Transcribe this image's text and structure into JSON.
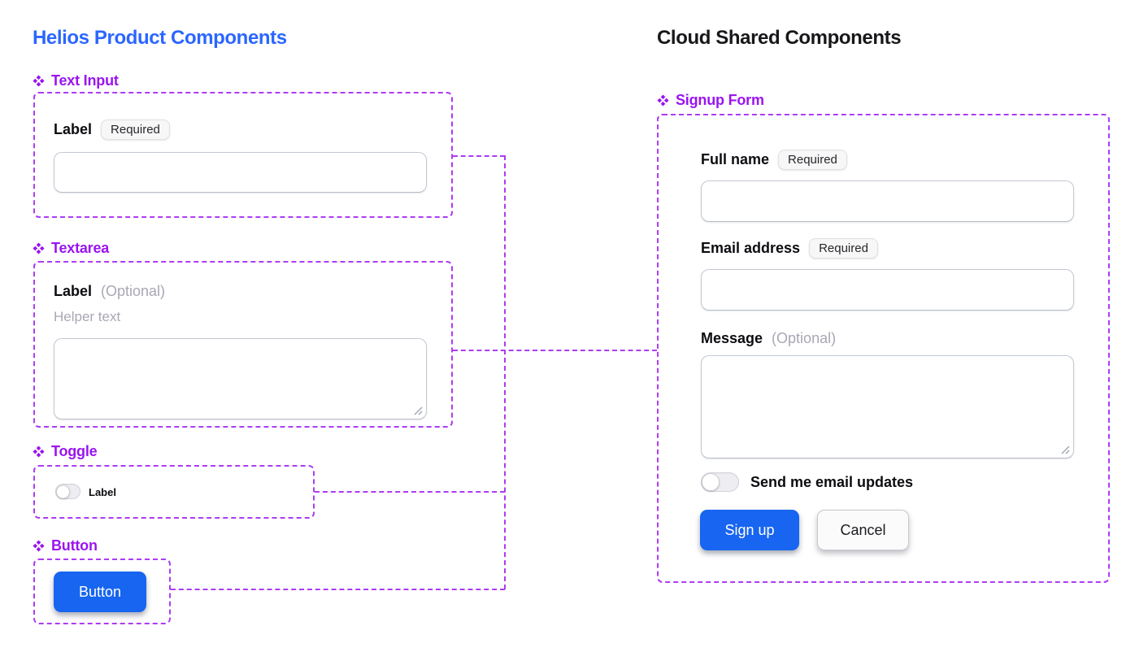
{
  "colors": {
    "left_title_blue": "#2b66ff",
    "section_header_purple": "#9a14f0",
    "dashed_frame_purple": "#ad3cf2",
    "primary_button_blue": "#1765f0",
    "right_title_black": "#18181b",
    "muted_text_gray": "#a9a7b4"
  },
  "left": {
    "title": "Helios Product Components",
    "text_input": {
      "header": "Text Input",
      "label": "Label",
      "badge": "Required",
      "value": "",
      "placeholder": ""
    },
    "textarea": {
      "header": "Textarea",
      "label": "Label",
      "optional": "(Optional)",
      "helper": "Helper text",
      "value": "",
      "placeholder": ""
    },
    "toggle": {
      "header": "Toggle",
      "label": "Label",
      "state": "off"
    },
    "button": {
      "header": "Button",
      "label": "Button"
    }
  },
  "right": {
    "title": "Cloud Shared Components",
    "signup": {
      "header": "Signup Form",
      "full_name": {
        "label": "Full name",
        "badge": "Required",
        "value": "",
        "placeholder": ""
      },
      "email": {
        "label": "Email address",
        "badge": "Required",
        "value": "",
        "placeholder": ""
      },
      "message": {
        "label": "Message",
        "optional": "(Optional)",
        "value": "",
        "placeholder": ""
      },
      "updates_toggle": {
        "label": "Send me email updates",
        "state": "off"
      },
      "submit_label": "Sign up",
      "cancel_label": "Cancel"
    }
  }
}
